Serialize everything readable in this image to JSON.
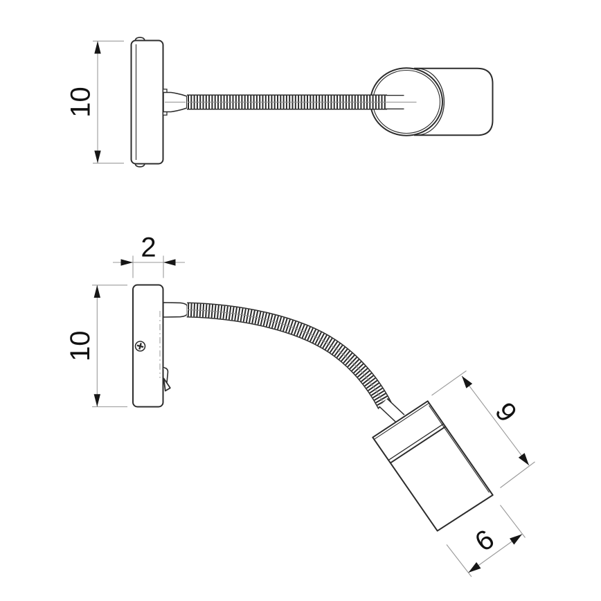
{
  "drawing": {
    "colors": {
      "background": "#ffffff",
      "outline": "#2c2c2c",
      "dimension_line": "#9a9a9a",
      "dimension_text": "#111111"
    }
  },
  "dimensions": {
    "side_view_plate_height": "10",
    "plate_depth": "2",
    "front_view_plate_height": "10",
    "lamp_head_length": "9",
    "lamp_head_diameter": "6"
  }
}
